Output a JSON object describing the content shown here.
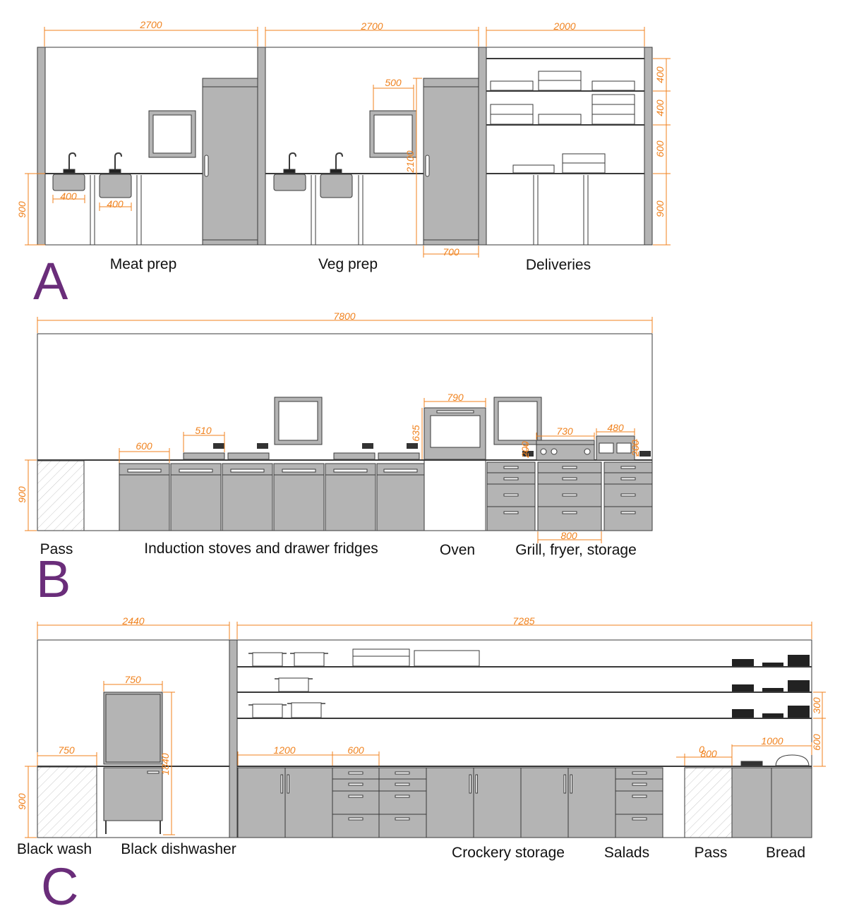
{
  "colors": {
    "dimension": "#f0821e",
    "fill": "#b4b4b4",
    "line": "#3a3a3a",
    "section_letter": "#6a2d7a"
  },
  "sections": {
    "A": {
      "letter": "A",
      "labels": {
        "meat_prep": "Meat prep",
        "veg_prep": "Veg prep",
        "deliveries": "Deliveries"
      },
      "dims": {
        "meat_width": "2700",
        "veg_width": "2700",
        "deliveries_width": "2000",
        "counter_height": "900",
        "sink1": "400",
        "sink2": "400",
        "window_width": "500",
        "fridge_height": "2100",
        "fridge_width": "700",
        "shelf1": "400",
        "shelf2": "400",
        "shelf3": "600",
        "shelf_base": "900"
      }
    },
    "B": {
      "letter": "B",
      "labels": {
        "pass": "Pass",
        "induction": "Induction stoves and drawer fridges",
        "oven": "Oven",
        "grill": "Grill, fryer, storage"
      },
      "dims": {
        "total_width": "7800",
        "counter_height": "900",
        "drawer_width": "600",
        "stove_width": "510",
        "oven_width": "790",
        "oven_height": "635",
        "grill_width": "730",
        "fryer_width": "480",
        "storage_width": "800",
        "small_a": "200",
        "small_b": "200"
      }
    },
    "C": {
      "letter": "C",
      "labels": {
        "black_wash": "Black wash",
        "black_dishwasher": "Black dishwasher",
        "crockery": "Crockery storage",
        "salads": "Salads",
        "pass": "Pass",
        "bread": "Bread"
      },
      "dims": {
        "left_width": "2440",
        "right_width": "7285",
        "counter_height": "900",
        "wash_width": "750",
        "dishwasher_width": "750",
        "dishwasher_height": "1840",
        "cupboard_width": "1200",
        "drawer_width": "600",
        "pass_width": "800",
        "pass_small": "0",
        "bread_width": "1000",
        "shelf_spacing": "300",
        "shelf_base": "600"
      }
    }
  }
}
